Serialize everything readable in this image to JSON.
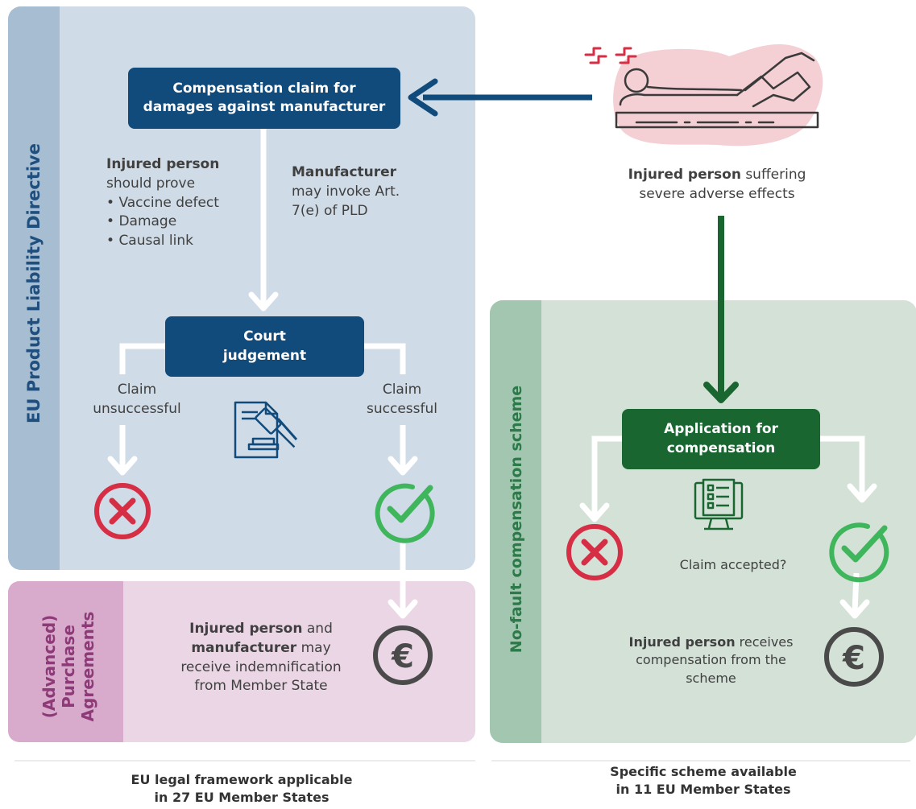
{
  "panels": {
    "pld_title": "EU Product Liability Directive",
    "apa_title_line1": "(Advanced)",
    "apa_title_line2": "Purchase",
    "apa_title_line3": "Agreements",
    "nfc_title": "No-fault compensation scheme"
  },
  "pld": {
    "claim_box_line1": "Compensation claim for",
    "claim_box_line2": "damages against manufacturer",
    "injured_heading": "Injured person",
    "injured_sub": "should prove",
    "proof_items": [
      "Vaccine defect",
      "Damage",
      "Causal link"
    ],
    "manufacturer_heading": "Manufacturer",
    "manufacturer_text_line1": "may invoke Art.",
    "manufacturer_text_line2": "7(e) of PLD",
    "court_line1": "Court",
    "court_line2": "judgement",
    "unsuccessful_line1": "Claim",
    "unsuccessful_line2": "unsuccessful",
    "successful_line1": "Claim",
    "successful_line2": "successful"
  },
  "apa": {
    "line1_bold": "Injured person",
    "line1_rest": " and",
    "line2_bold": "manufacturer",
    "line2_rest": " may",
    "line3": "receive indemnification",
    "line4": "from Member State"
  },
  "patient": {
    "bold": "Injured person",
    "rest": " suffering",
    "line2": "severe adverse effects"
  },
  "nfc": {
    "app_line1": "Application for",
    "app_line2": "compensation",
    "claim_accepted": "Claim accepted?",
    "receives_bold": "Injured person",
    "receives_rest": " receives",
    "receives_line2": "compensation from the",
    "receives_line3": "scheme"
  },
  "footers": {
    "left_line1": "EU legal framework applicable",
    "left_line2": "in 27 EU Member States",
    "right_line1": "Specific scheme available",
    "right_line2": "in 11 EU Member States"
  },
  "icons": {
    "reject": "x-circle-icon",
    "accept": "check-circle-icon",
    "money": "euro-coin-icon",
    "court": "gavel-document-icon",
    "checklist": "checklist-monitor-icon",
    "patient": "patient-in-bed-icon"
  },
  "colors": {
    "pld_panel": "#cfdbe6",
    "pld_dark": "#104b7c",
    "apa_panel": "#ead6e4",
    "apa_text": "#8e3a78",
    "nfc_panel": "#d3e1d7",
    "nfc_dark": "#196630",
    "reject_red": "#d62e45",
    "accept_green": "#3fb55c",
    "money_grey": "#4a4a4a"
  }
}
